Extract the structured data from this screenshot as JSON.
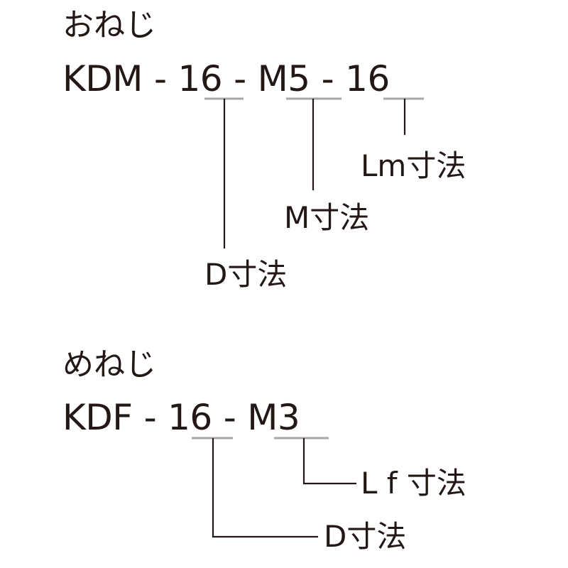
{
  "male_thread": {
    "title": "おねじ",
    "code": {
      "prefix": "KDM",
      "d": "16",
      "m": "M5",
      "lm": "16",
      "separator": "-"
    },
    "labels": {
      "lm": "Lm寸法",
      "m": "M寸法",
      "d": "D寸法"
    }
  },
  "female_thread": {
    "title": "めねじ",
    "code": {
      "prefix": "KDF",
      "d": "16",
      "m": "M3",
      "separator": "-"
    },
    "labels": {
      "lf": "L f 寸法",
      "d": "D寸法"
    }
  },
  "colors": {
    "text": "#231815",
    "underline": "#a7a7a7",
    "leader": "#231815"
  }
}
